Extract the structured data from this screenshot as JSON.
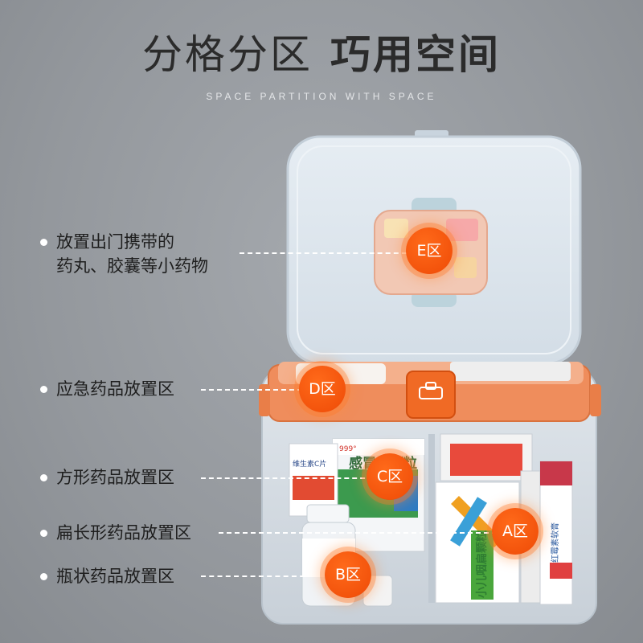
{
  "title": {
    "light": "分格分区",
    "bold": "巧用空间"
  },
  "subtitle": "SPACE PARTITION WITH SPACE",
  "labels": {
    "e_line1": "放置出门携带的",
    "e_line2": "药丸、胶囊等小药物",
    "d": "应急药品放置区",
    "c": "方形药品放置区",
    "a": "扁长形药品放置区",
    "b": "瓶状药品放置区"
  },
  "badges": {
    "e": "E区",
    "d": "D区",
    "c": "C区",
    "a": "A区",
    "b": "B区"
  },
  "box_text": {
    "brand_999": "999°",
    "cold_granule": "感冒灵颗粒",
    "vitc": "维生素C片",
    "xiaoer": "小儿咽扁颗粒",
    "hongmei": "红霉素软膏"
  },
  "colors": {
    "accent_orange": "#ee4a06",
    "lid_blue": "#dfe7ee",
    "tray_orange": "#ef8d5c"
  }
}
